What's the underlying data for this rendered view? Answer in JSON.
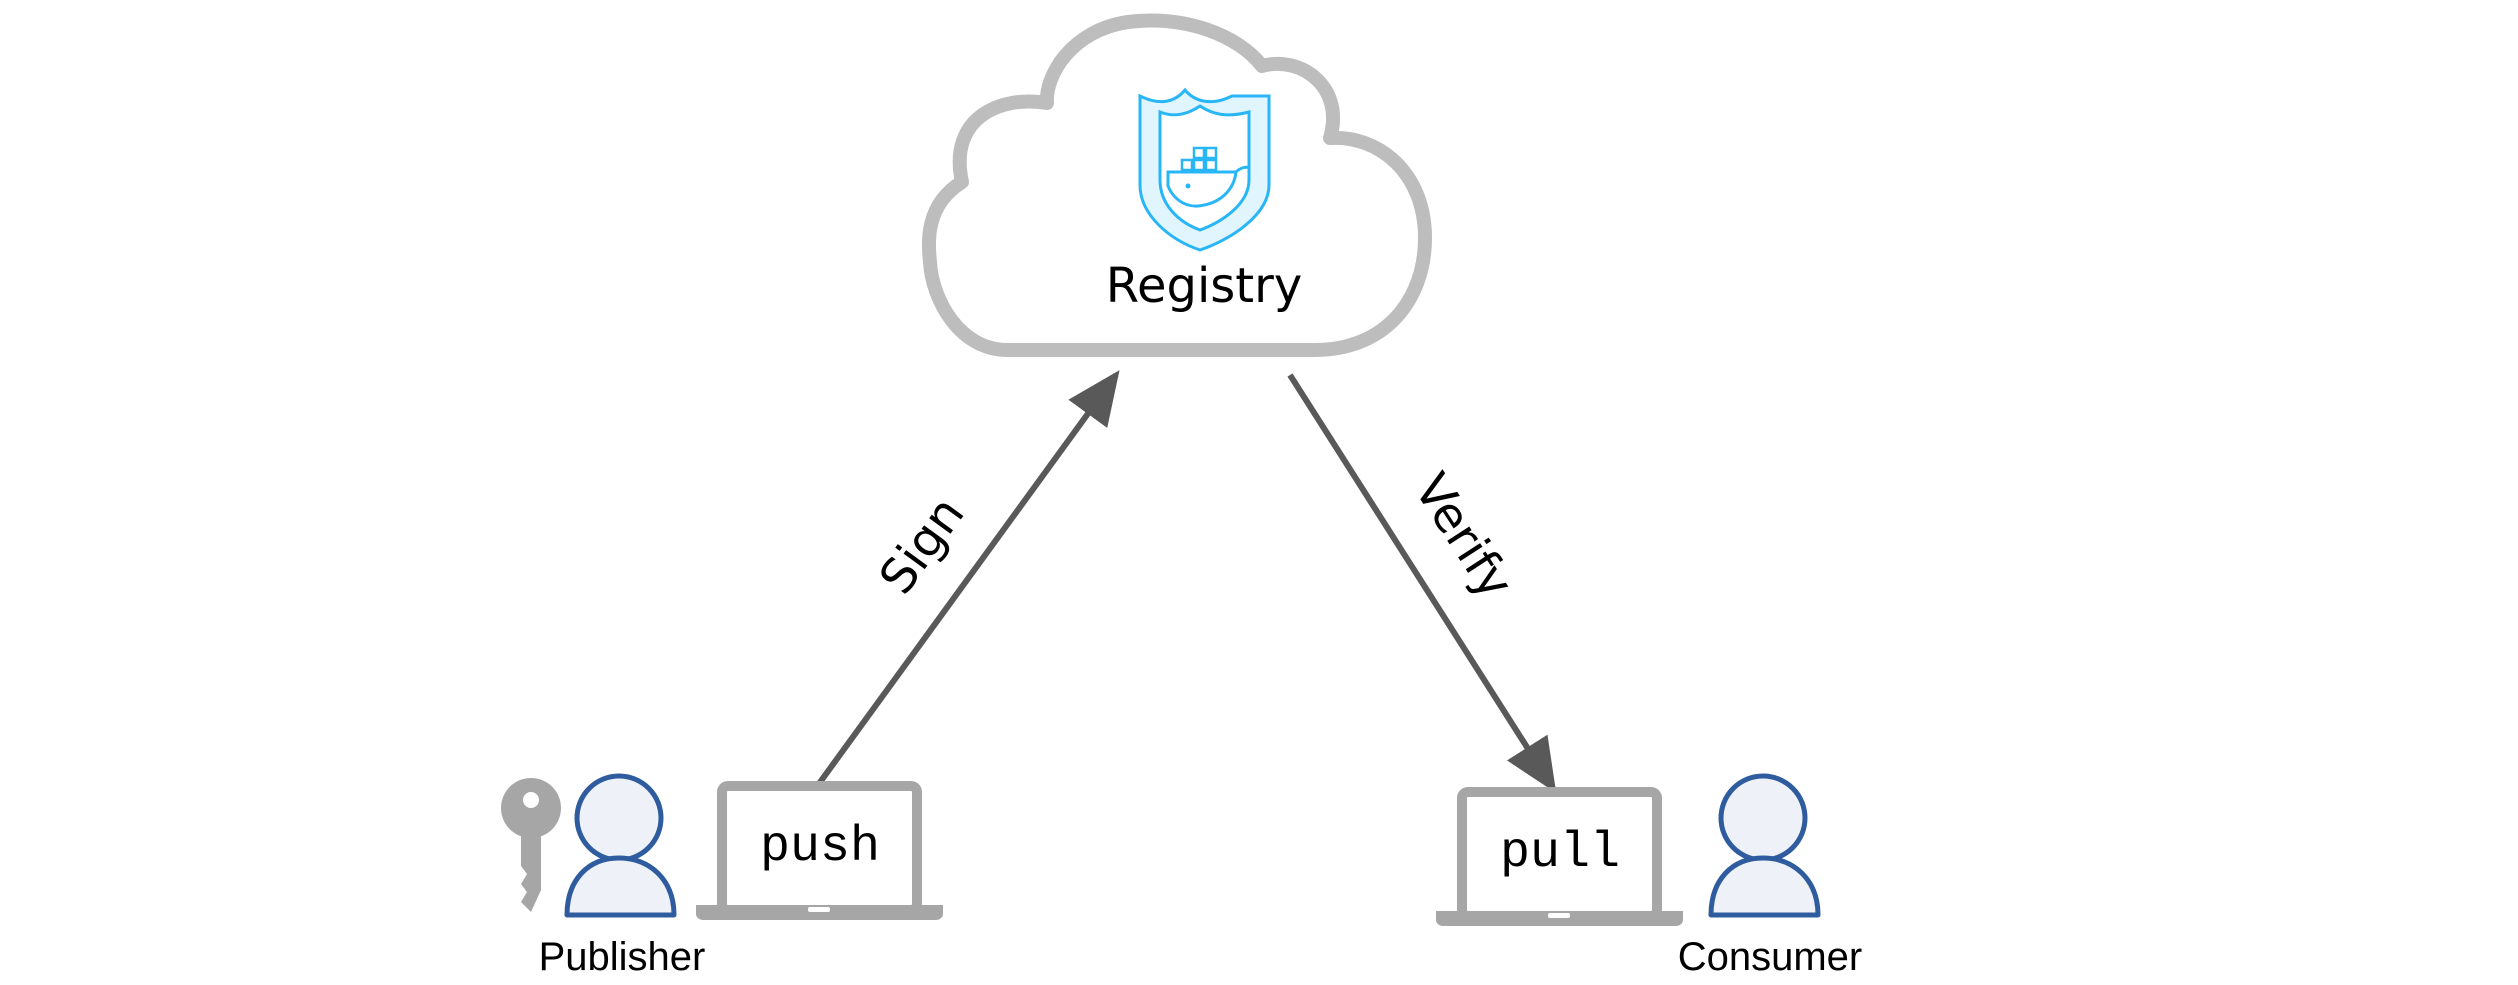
{
  "registry": {
    "label": "Registry",
    "icon": "docker-shield-icon"
  },
  "flows": {
    "sign_label": "Sign",
    "verify_label": "Verify"
  },
  "publisher": {
    "label": "Publisher",
    "command": "push",
    "icons": [
      "key-icon",
      "user-icon",
      "laptop-icon"
    ]
  },
  "consumer": {
    "label": "Consumer",
    "command": "pull",
    "icons": [
      "laptop-icon",
      "user-icon"
    ]
  },
  "colors": {
    "cloud_stroke": "#BDBDBD",
    "shield_blue": "#29B6F6",
    "shield_fill": "#E1F5FE",
    "arrow": "#595959",
    "laptop": "#A6A6A6",
    "person_stroke": "#2F5C9E",
    "person_fill": "#EEF2F8",
    "key": "#A6A6A6",
    "text": "#000000"
  }
}
